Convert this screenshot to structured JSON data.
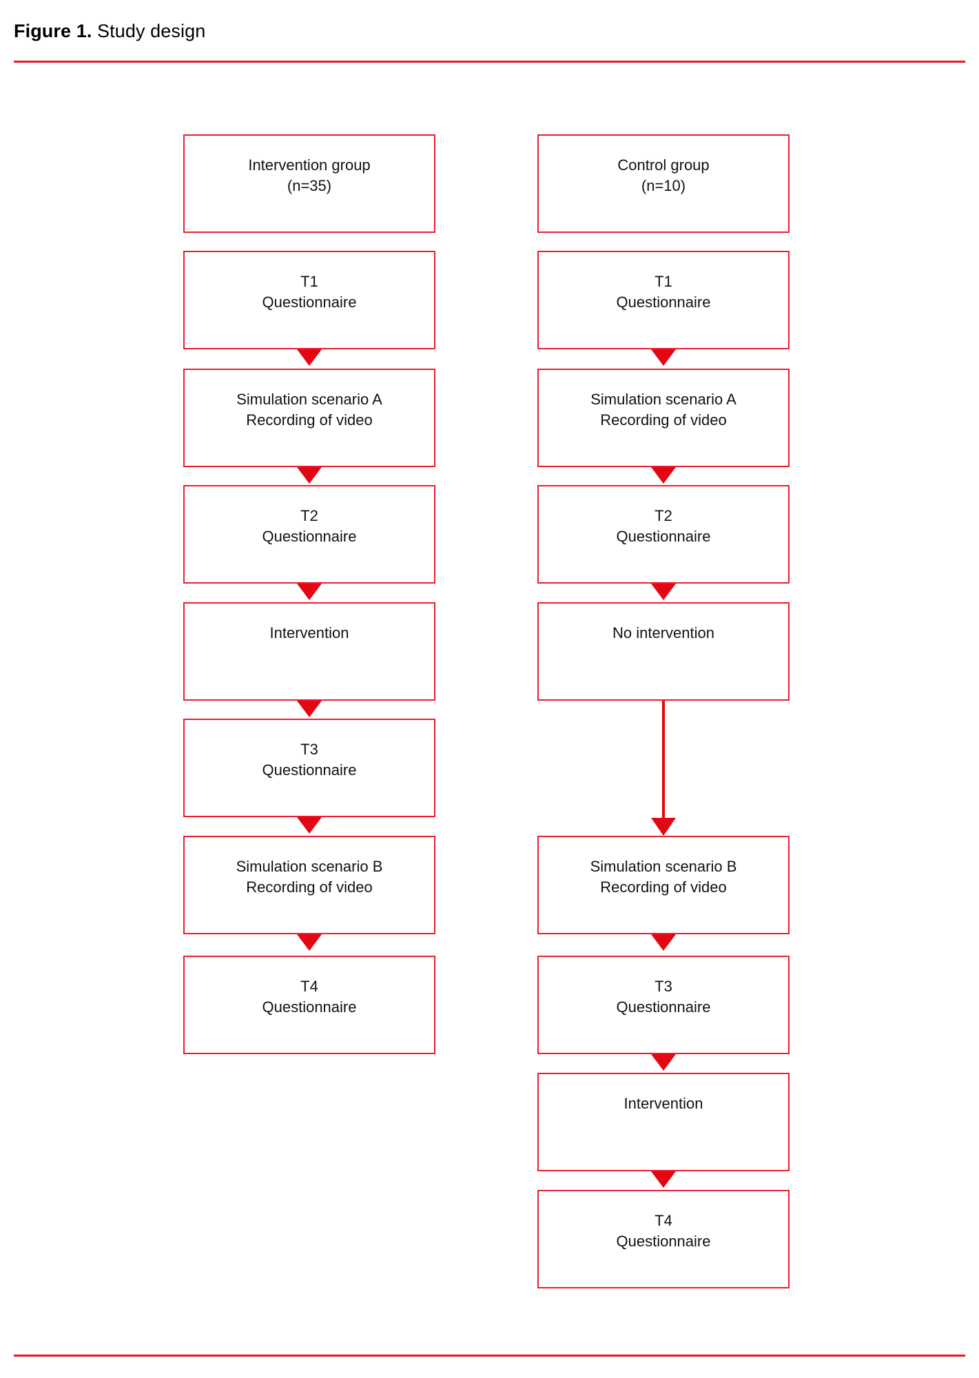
{
  "figure": {
    "label": "Figure 1.",
    "caption": " Study design",
    "rule_color": "#e8142a"
  },
  "chart_data": {
    "type": "diagram",
    "title": "Figure 1. Study design",
    "columns": [
      {
        "name": "intervention-group",
        "header": "Intervention group (n=35)",
        "nodes": [
          "Intervention group\n(n=35)",
          "T1\nQuestionnaire",
          "Simulation scenario A\nRecording of video",
          "T2\nQuestionnaire",
          "Intervention",
          "T3\nQuestionnaire",
          "Simulation scenario B\nRecording of video",
          "T4\nQuestionnaire"
        ]
      },
      {
        "name": "control-group",
        "header": "Control group (n=10)",
        "nodes": [
          "Control group\n(n=10)",
          "T1\nQuestionnaire",
          "Simulation scenario A\nRecording of video",
          "T2\nQuestionnaire",
          "No intervention",
          "Simulation scenario B\nRecording of video",
          "T3\nQuestionnaire",
          "Intervention",
          "T4\nQuestionnaire"
        ]
      }
    ],
    "box_border_color": "#ec1c2e",
    "arrow_color": "#e30613"
  },
  "left_column": {
    "nodes": [
      {
        "line1": "Intervention group",
        "line2": "(n=35)"
      },
      {
        "line1": "T1",
        "line2": "Questionnaire"
      },
      {
        "line1": "Simulation scenario A",
        "line2": "Recording of video"
      },
      {
        "line1": "T2",
        "line2": "Questionnaire"
      },
      {
        "line1": "Intervention",
        "line2": ""
      },
      {
        "line1": "T3",
        "line2": "Questionnaire"
      },
      {
        "line1": "Simulation scenario B",
        "line2": "Recording of video"
      },
      {
        "line1": "T4",
        "line2": "Questionnaire"
      }
    ]
  },
  "right_column": {
    "nodes": [
      {
        "line1": "Control group",
        "line2": "(n=10)"
      },
      {
        "line1": "T1",
        "line2": "Questionnaire"
      },
      {
        "line1": "Simulation scenario A",
        "line2": "Recording of video"
      },
      {
        "line1": "T2",
        "line2": "Questionnaire"
      },
      {
        "line1": "No intervention",
        "line2": ""
      },
      {
        "line1": "Simulation scenario B",
        "line2": "Recording of video"
      },
      {
        "line1": "T3",
        "line2": "Questionnaire"
      },
      {
        "line1": "Intervention",
        "line2": ""
      },
      {
        "line1": "T4",
        "line2": "Questionnaire"
      }
    ]
  }
}
